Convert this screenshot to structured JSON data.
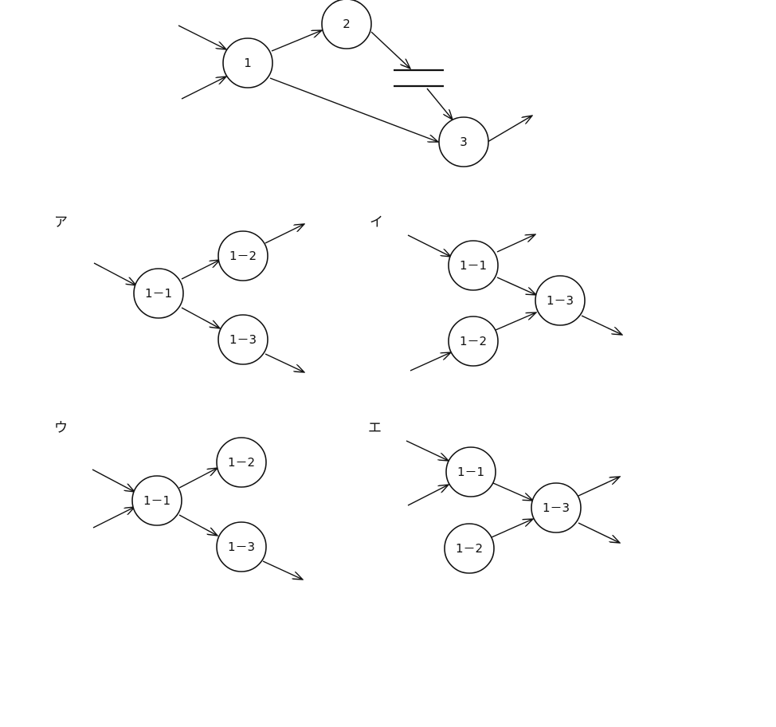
{
  "main_diagram": {
    "nodes": [
      {
        "id": "n1",
        "label": "1"
      },
      {
        "id": "n2",
        "label": "2"
      },
      {
        "id": "n3",
        "label": "3"
      }
    ]
  },
  "options": [
    {
      "id": "a",
      "label": "ア",
      "nodes": [
        {
          "id": "a11",
          "label": "1－1"
        },
        {
          "id": "a12",
          "label": "1－2"
        },
        {
          "id": "a13",
          "label": "1－3"
        }
      ]
    },
    {
      "id": "i",
      "label": "イ",
      "nodes": [
        {
          "id": "i11",
          "label": "1－1"
        },
        {
          "id": "i12",
          "label": "1－2"
        },
        {
          "id": "i13",
          "label": "1－3"
        }
      ]
    },
    {
      "id": "u",
      "label": "ウ",
      "nodes": [
        {
          "id": "u11",
          "label": "1－1"
        },
        {
          "id": "u12",
          "label": "1－2"
        },
        {
          "id": "u13",
          "label": "1－3"
        }
      ]
    },
    {
      "id": "e",
      "label": "エ",
      "nodes": [
        {
          "id": "e11",
          "label": "1－1"
        },
        {
          "id": "e12",
          "label": "1－2"
        },
        {
          "id": "e13",
          "label": "1－3"
        }
      ]
    }
  ]
}
